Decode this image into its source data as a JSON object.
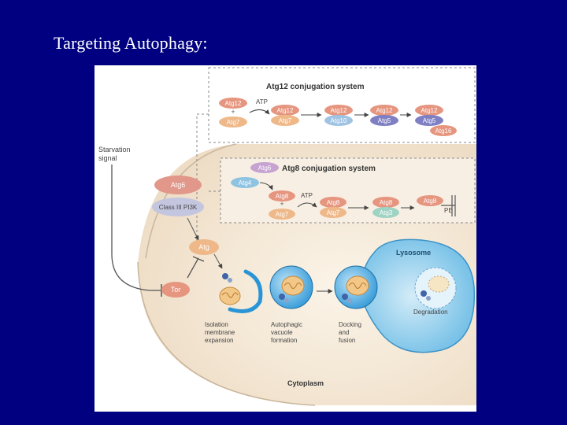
{
  "slide": {
    "title": "Targeting Autophagy:"
  },
  "diagram": {
    "atg12_system": {
      "title": "Atg12 conjugation system",
      "atp": "ATP",
      "start": [
        "Atg12",
        "+",
        "Atg7"
      ],
      "step1": [
        "Atg12",
        "Atg7"
      ],
      "step2": [
        "Atg12",
        "Atg10"
      ],
      "step3": [
        "Atg12",
        "Atg5"
      ],
      "step4": [
        "Atg12",
        "Atg5",
        "Atg16"
      ]
    },
    "atg8_system": {
      "title": "Atg8 conjugation system",
      "atg6": "Atg6",
      "atg4": "Atg4",
      "atp": "ATP",
      "start": [
        "Atg8",
        "+",
        "Atg7"
      ],
      "step1": [
        "Atg8",
        "Atg7"
      ],
      "step2": [
        "Atg8",
        "Atg3"
      ],
      "step3": [
        "Atg8",
        "PE"
      ]
    },
    "left": {
      "starvation": [
        "Starvation",
        "signal"
      ],
      "atg6": "Atg6",
      "pi3k": "Class III PI3K",
      "atg": "Atg",
      "tor": "Tor"
    },
    "stages": {
      "isolation": [
        "Isolation",
        "membrane",
        "expansion"
      ],
      "vacuole": [
        "Autophagic",
        "vacuole",
        "formation"
      ],
      "docking": [
        "Docking",
        "and",
        "fusion"
      ],
      "degradation": "Degradation"
    },
    "lysosome": "Lysosome",
    "cytoplasm": "Cytoplasm"
  }
}
